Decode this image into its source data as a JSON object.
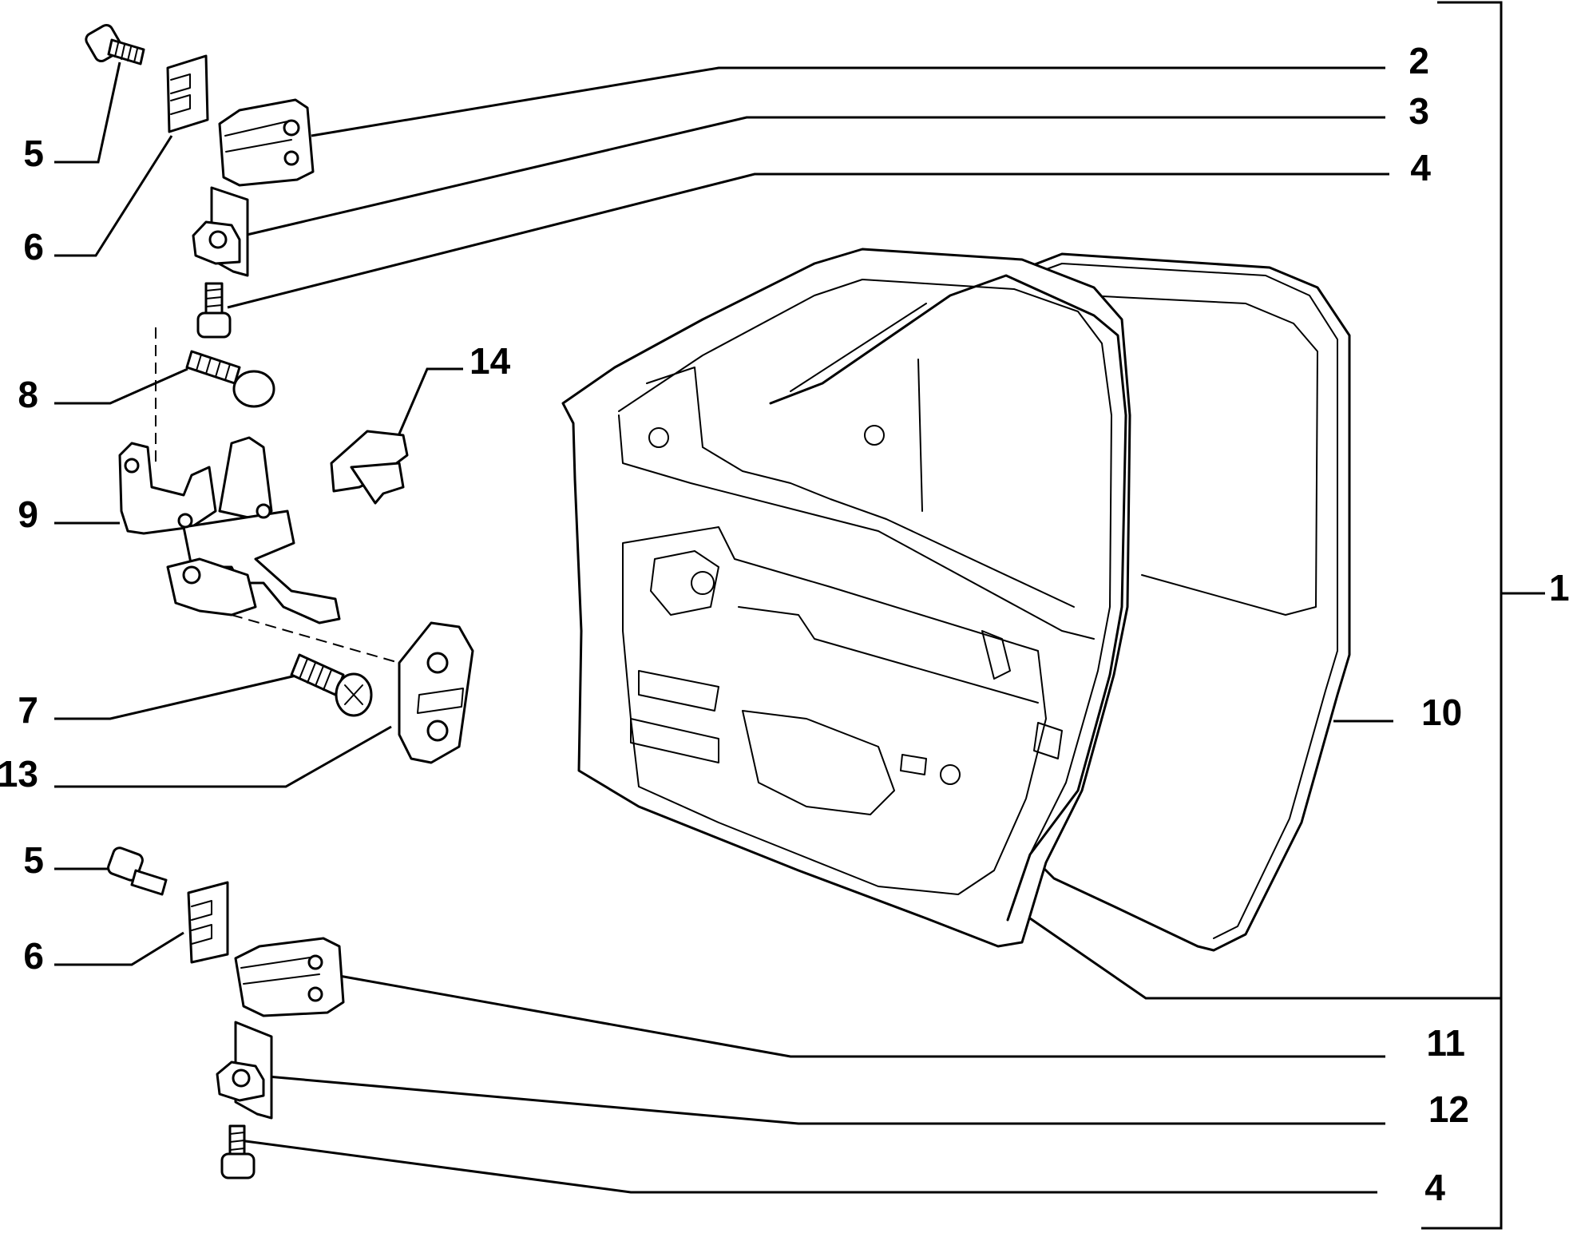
{
  "callouts": {
    "c1": "1",
    "c2": "2",
    "c3": "3",
    "c4_top": "4",
    "c4_bottom": "4",
    "c5_top": "5",
    "c5_bottom": "5",
    "c6_top": "6",
    "c6_bottom": "6",
    "c7": "7",
    "c8": "8",
    "c9": "9",
    "c10": "10",
    "c11": "11",
    "c12": "12",
    "c13": "13",
    "c14": "14"
  }
}
